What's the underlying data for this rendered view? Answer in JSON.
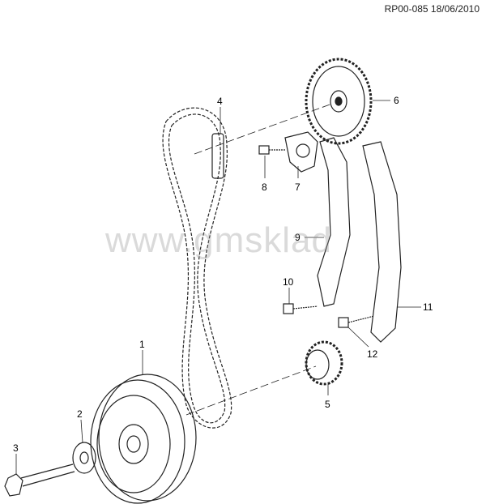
{
  "reference": "RP00-085 18/06/2010",
  "watermark": "www.gmsklad",
  "callouts": {
    "c1": "1",
    "c2": "2",
    "c3": "3",
    "c4": "4",
    "c5": "5",
    "c6": "6",
    "c7": "7",
    "c8": "8",
    "c9": "9",
    "c10": "10",
    "c11": "11",
    "c12": "12"
  }
}
